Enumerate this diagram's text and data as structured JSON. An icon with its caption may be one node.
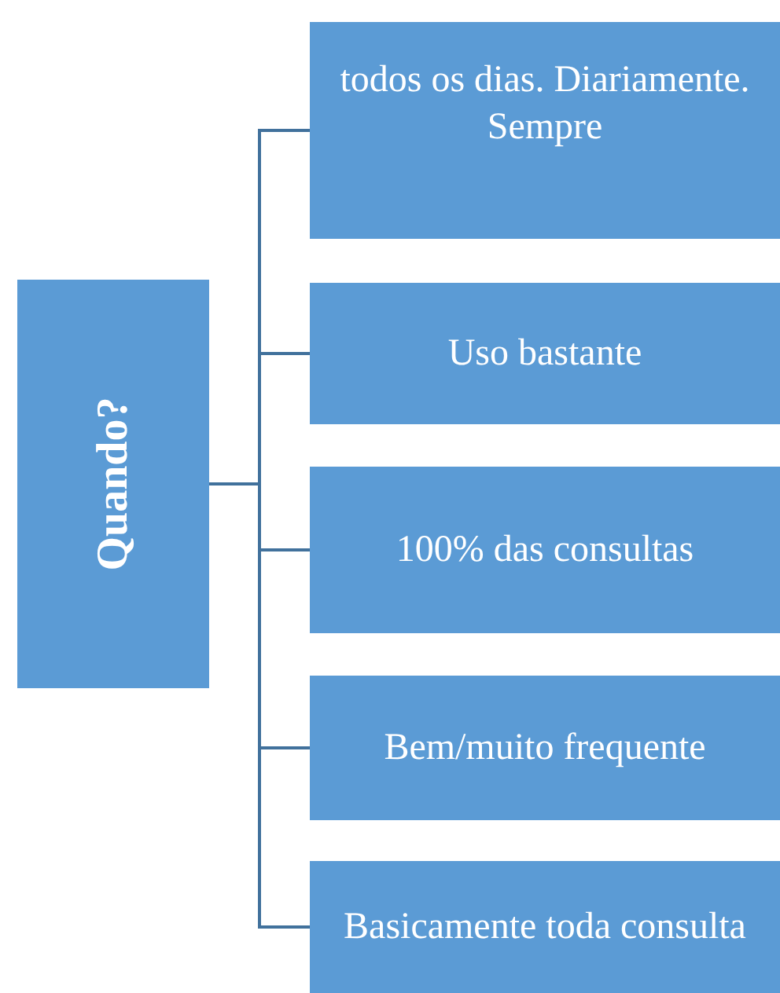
{
  "diagram": {
    "nodes": [
      {
        "text": [
          "Quando?"
        ]
      },
      {
        "text": [
          "todos os dias. Diariamente. Sempre"
        ]
      },
      {
        "text": [
          "Uso bastante"
        ]
      },
      {
        "text": [
          "100% das consultas"
        ]
      },
      {
        "text": [
          "Bem/muito frequente"
        ]
      },
      {
        "text": [
          "Basicamente toda consulta"
        ]
      }
    ],
    "edges": [
      {
        "from": 0,
        "to": 1,
        "arrow": "none"
      },
      {
        "from": 0,
        "to": 2,
        "arrow": "none"
      },
      {
        "from": 0,
        "to": 3,
        "arrow": "none"
      },
      {
        "from": 0,
        "to": 4,
        "arrow": "none"
      },
      {
        "from": 0,
        "to": 5,
        "arrow": "none"
      }
    ]
  }
}
